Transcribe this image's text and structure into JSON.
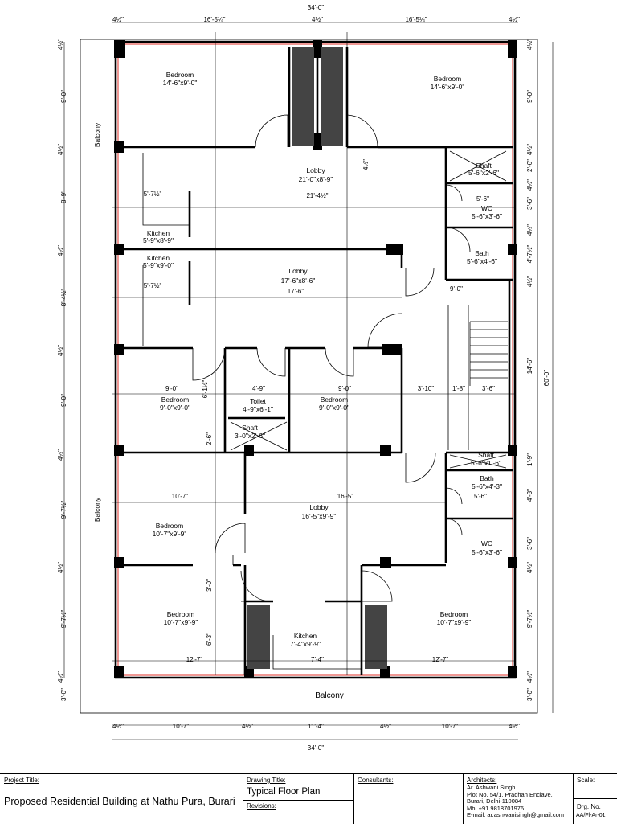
{
  "overall_width_top": "34'-0\"",
  "overall_width_bottom": "34'-0\"",
  "overall_depth": "60'-0\"",
  "top_segments": [
    "4½\"",
    "16'-5¼\"",
    "4½\"",
    "16'-5¼\"",
    "4½\""
  ],
  "bottom_segments": [
    "4½\"",
    "10'-7\"",
    "4½\"",
    "11'-4\"",
    "4½\"",
    "10'-7\"",
    "4½\""
  ],
  "left_dims": [
    "4½\"",
    "9'-0\"",
    "4½\"",
    "8'-9\"",
    "4½\"",
    "8'-4½\"",
    "4½\"",
    "9'-0\"",
    "4½\"",
    "9'-7½\"",
    "4½\"",
    "9'-7½\"",
    "4½\"",
    "3'-0\""
  ],
  "right_dims": [
    "4½\"",
    "9'-0\"",
    "4½\"",
    "2'-6\"",
    "4½\"",
    "3'-6\"",
    "4½\"",
    "4'-7½\"",
    "4½\"",
    "14'-6\"",
    "1'-9\"",
    "4'-3\"",
    "3'-6\"",
    "4½\"",
    "9'-7½\"",
    "4½\"",
    "3'-0\""
  ],
  "rooms": [
    {
      "name": "Bedroom",
      "size": "14'-6\"x9'-0\""
    },
    {
      "name": "Bedroom",
      "size": "14'-6\"x9'-0\""
    },
    {
      "name": "Lobby",
      "size": "21'-0\"x8'-9\""
    },
    {
      "name": "Shaft",
      "size": "5'-6\"x2'-6\""
    },
    {
      "name": "WC",
      "size": "5'-6\"x3'-6\""
    },
    {
      "name": "Kitchen",
      "size": "5'-9\"x8'-9\""
    },
    {
      "name": "Kitchen",
      "size": "5'-9\"x9'-0\""
    },
    {
      "name": "Lobby",
      "size": "17'-6\"x8'-6\""
    },
    {
      "name": "Bath",
      "size": "5'-6\"x4'-6\""
    },
    {
      "name": "Bedroom",
      "size": "9'-0\"x9'-0\""
    },
    {
      "name": "Toilet",
      "size": "4'-9\"x6'-1\""
    },
    {
      "name": "Bedroom",
      "size": "9'-0\"x9'-0\""
    },
    {
      "name": "Shaft",
      "size": "3'-0\"x2'-6\""
    },
    {
      "name": "Shaft",
      "size": "5'-6\"x1'-6\""
    },
    {
      "name": "Bath",
      "size": "5'-6\"x4'-3\""
    },
    {
      "name": "Bedroom",
      "size": "10'-7\"x9'-9\""
    },
    {
      "name": "Lobby",
      "size": "16'-5\"x9'-9\""
    },
    {
      "name": "WC",
      "size": "5'-6\"x3'-6\""
    },
    {
      "name": "Bedroom",
      "size": "10'-7\"x9'-9\""
    },
    {
      "name": "Kitchen",
      "size": "7'-4\"x9'-9\""
    },
    {
      "name": "Bedroom",
      "size": "10'-7\"x9'-9\""
    }
  ],
  "balconies": [
    "Balcony",
    "Balcony",
    "Balcony"
  ],
  "inner_dims": [
    "5'-7½\"",
    "21'-4½\"",
    "5'-7½\"",
    "17'-6\"",
    "5'-6\"",
    "9'-0\"",
    "4'-9\"",
    "9'-0\"",
    "3'-10\"",
    "1'-8\"",
    "3'-6\"",
    "9'-0\"",
    "10'-7\"",
    "16'-5\"",
    "5'-6\"",
    "12'-7\"",
    "7'-4\"",
    "12'-7\"",
    "6'-1½\"",
    "2'-6\"",
    "3'-0\"",
    "6'-3\"",
    "4½\""
  ],
  "title_block": {
    "project_title_label": "Project Title:",
    "project_title": "Proposed Residential Building at Nathu Pura, Burari",
    "drawing_title_label": "Drawing Title:",
    "drawing_title": "Typical Floor Plan",
    "revisions_label": "Revisions:",
    "consultants_label": "Consultants:",
    "architects_label": "Architects:",
    "architect_lines": [
      "Ar. Ashwani Singh",
      "Plot No. 54/1, Pradhan Enclave,",
      "Burari, Delhi-110084",
      "Mb: +91 9818701976",
      "E-mail: ar.ashwanisingh@gmail.com"
    ],
    "scale_label": "Scale:",
    "drg_no_label": "Drg. No.",
    "drg_no": "AA/Fl-Ar-01"
  }
}
